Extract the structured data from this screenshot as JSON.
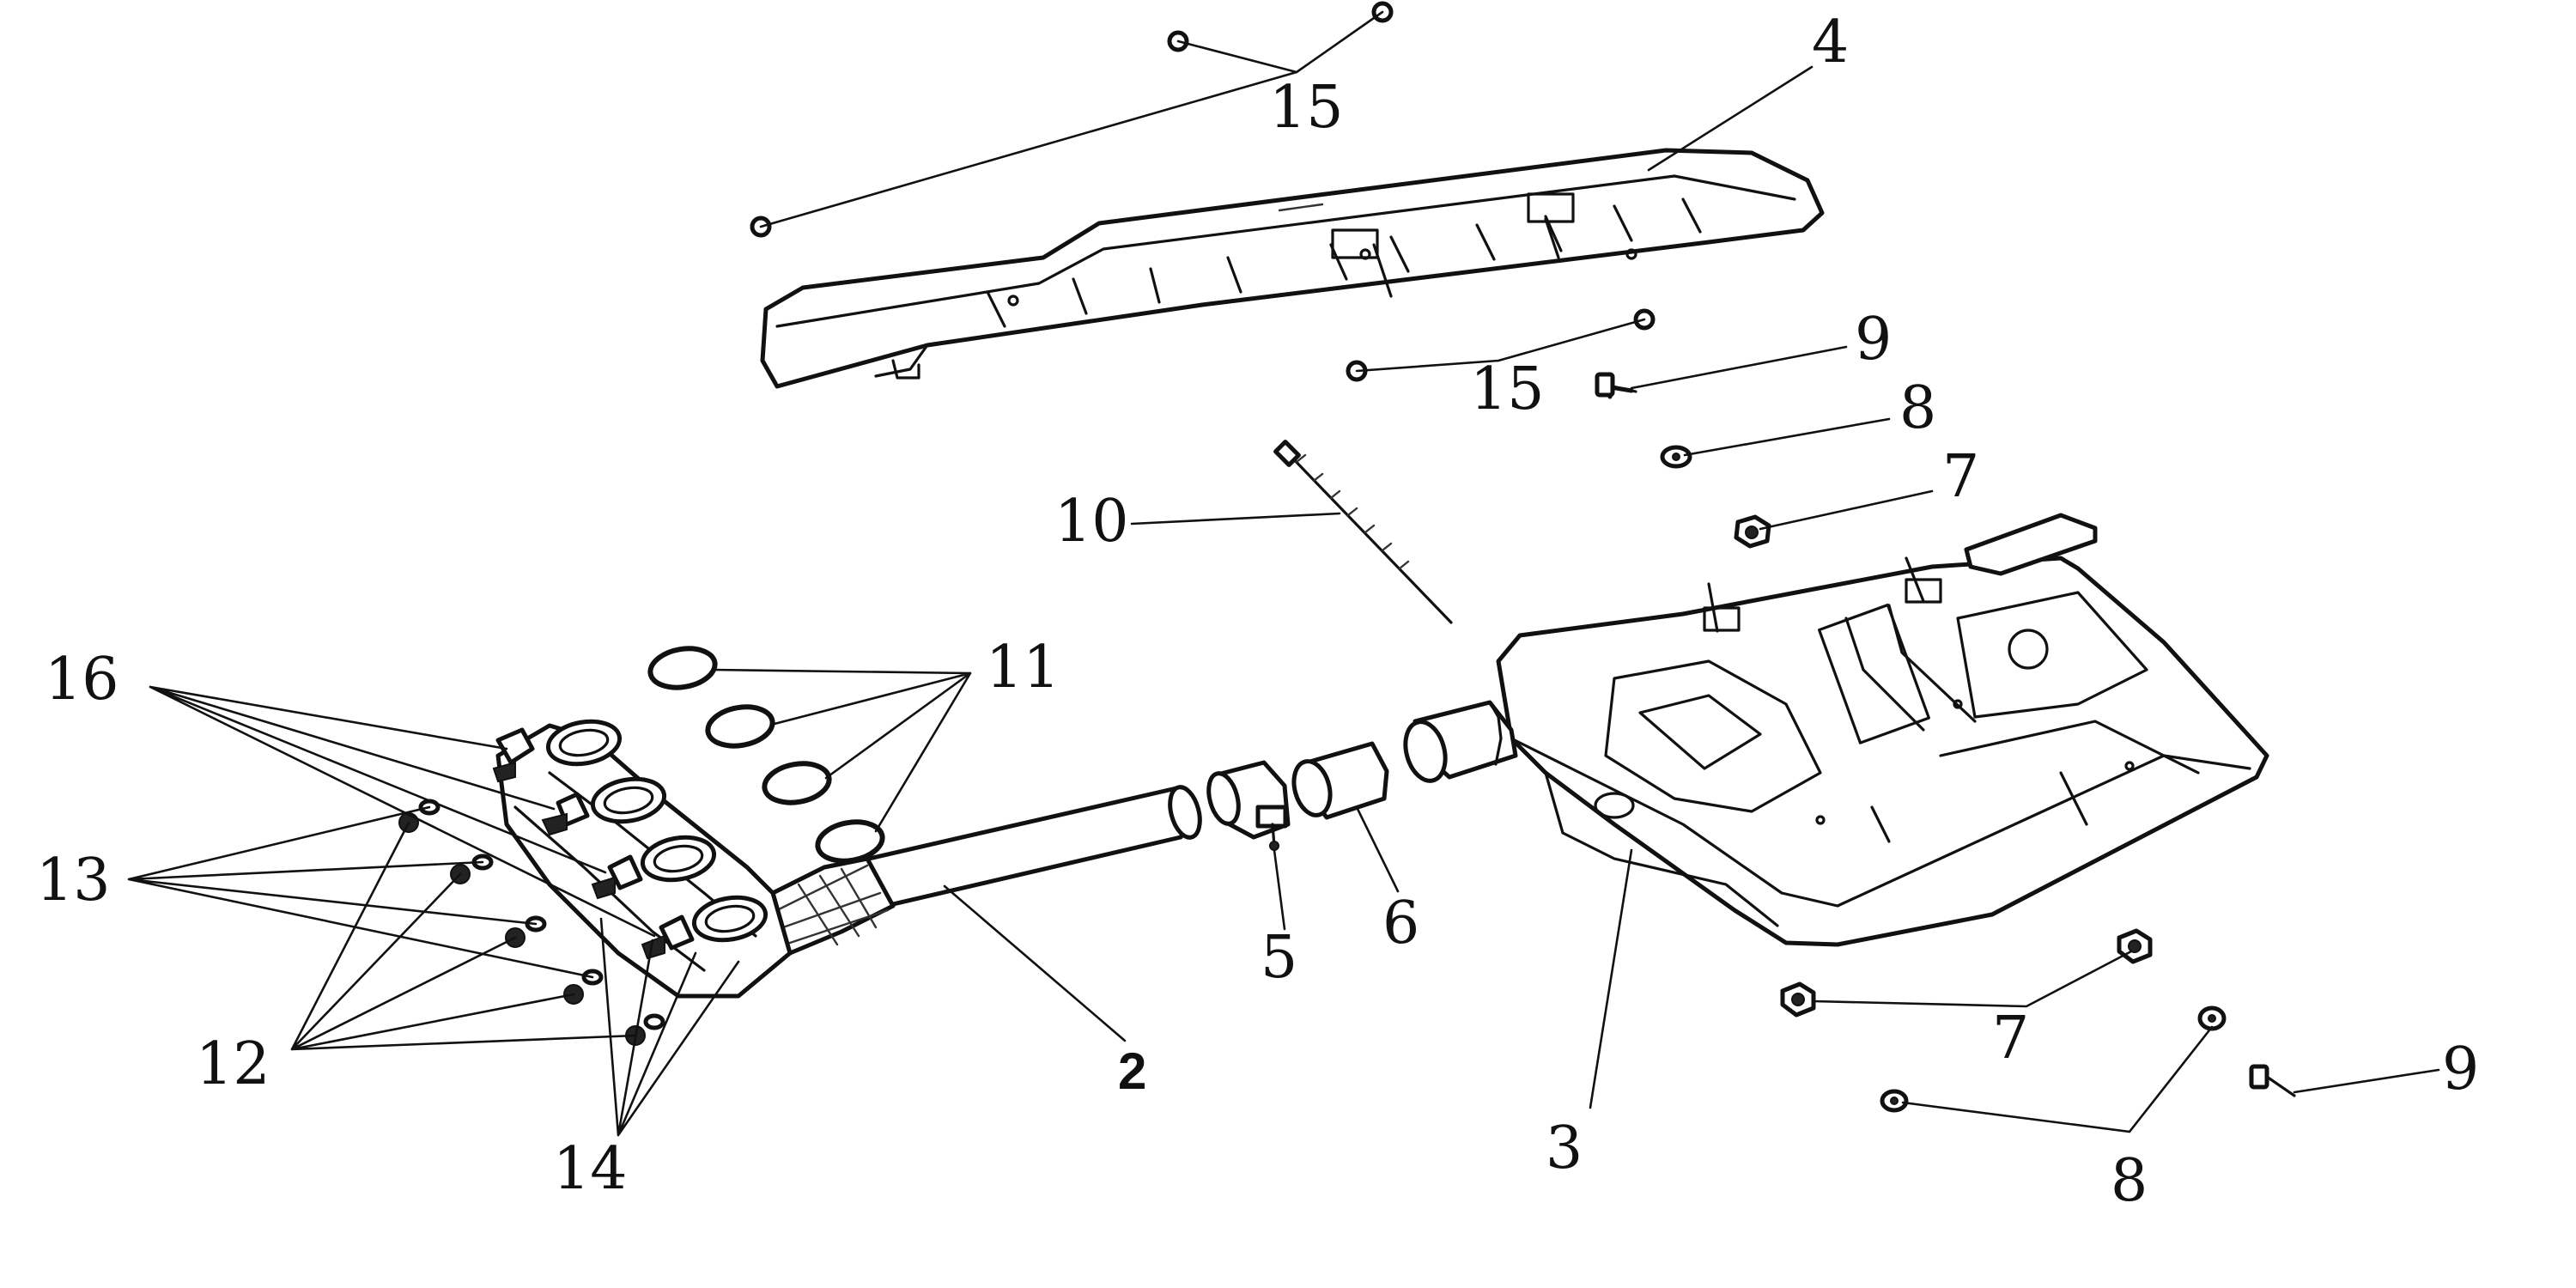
{
  "callouts": {
    "c2": "2",
    "c3": "3",
    "c4": "4",
    "c5": "5",
    "c6": "6",
    "c7_upper": "7",
    "c7_lower": "7",
    "c8_upper": "8",
    "c8_lower": "8",
    "c9_upper": "9",
    "c9_lower": "9",
    "c10": "10",
    "c11": "11",
    "c12": "12",
    "c13": "13",
    "c14": "14",
    "c15_upper": "15",
    "c15_lower": "15",
    "c16": "16"
  }
}
